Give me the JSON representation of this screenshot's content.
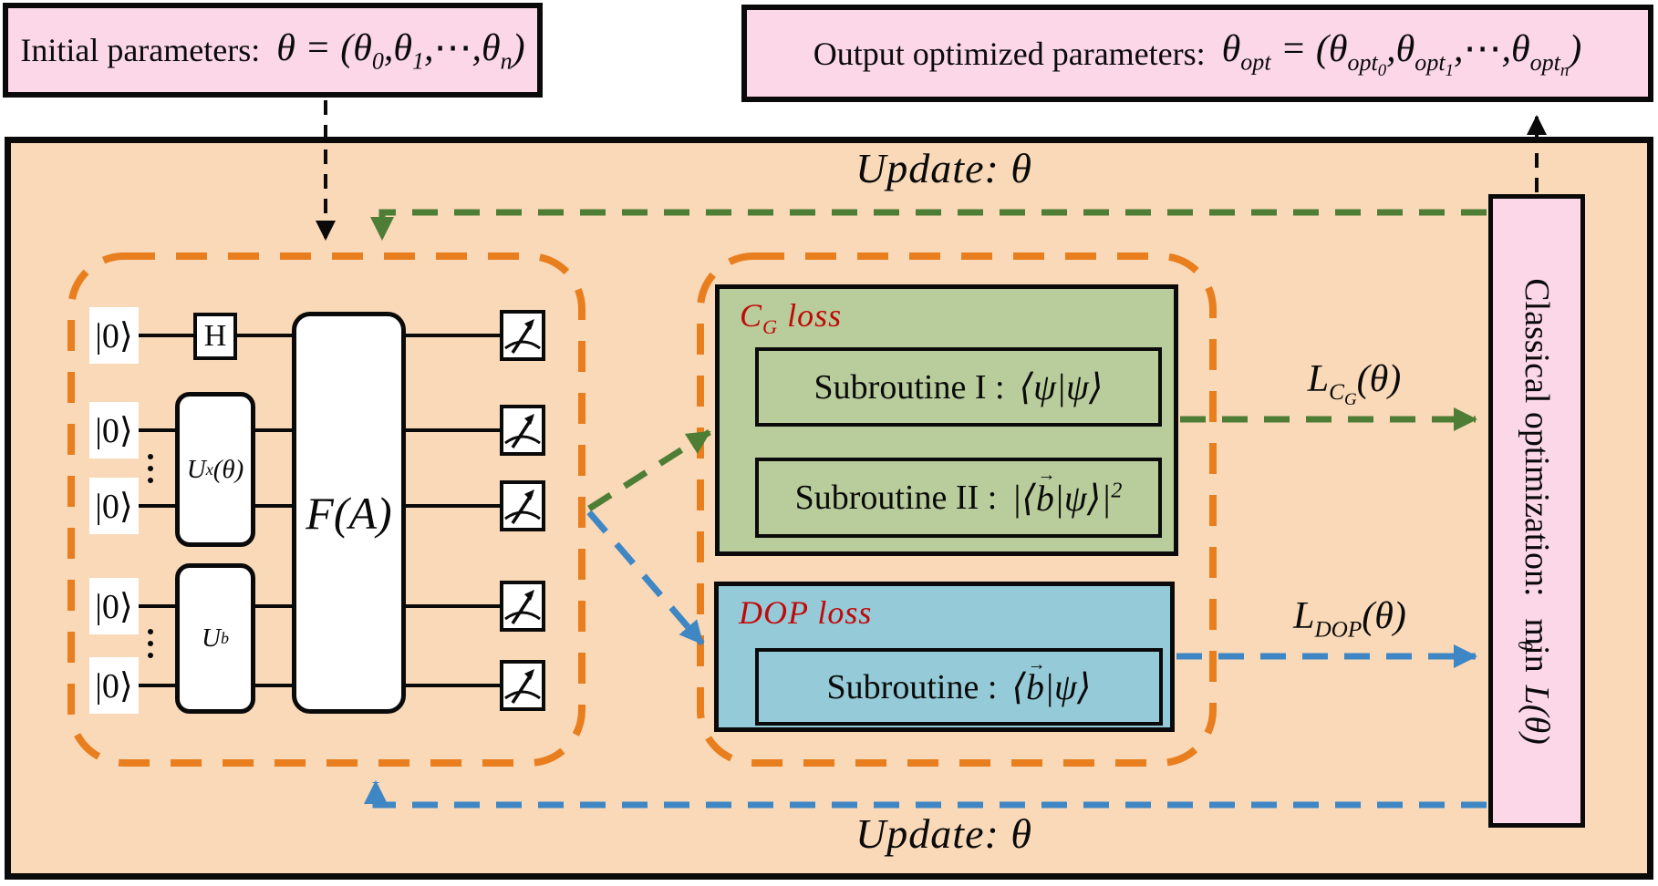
{
  "top_left_box": {
    "label": "Initial parameters:",
    "formula_html": "θ = (θ<sub>0</sub>,θ<sub>1</sub>,⋯,θ<sub>n</sub>)"
  },
  "top_right_box": {
    "label": "Output optimized parameters:",
    "formula_html": "θ<sub>opt</sub> = (θ<sub>opt<sub>0</sub></sub>,θ<sub>opt<sub>1</sub></sub>,⋯,θ<sub>opt<sub>n</sub></sub>)"
  },
  "update_top": "Update: θ",
  "update_bottom": "Update: θ",
  "circuit": {
    "kets": [
      "|0⟩",
      "|0⟩",
      "|0⟩",
      "|0⟩",
      "|0⟩"
    ],
    "h_gate": "H",
    "ux_gate_html": "U<sub>x</sub>(θ)",
    "ub_gate_html": "U<sub>b</sub>",
    "fa_gate": "F(A)",
    "meter_icon": "gauge-measurement-icon"
  },
  "green_panel": {
    "title_html": "C<sub>G</sub> loss",
    "sub1_label": "Subroutine I :",
    "sub1_formula_html": "⟨ψ|ψ⟩",
    "sub2_label": "Subroutine II :",
    "sub2_formula_html": "|⟨<span class='vecb'><span class='vecarrow'>→</span>b</span>|ψ⟩|<sup>2</sup>"
  },
  "blue_panel": {
    "title": "DOP loss",
    "sub_label": "Subroutine :",
    "sub_formula_html": "⟨<span class='vecb'><span class='vecarrow'>→</span>b</span>|ψ⟩"
  },
  "loss_labels": {
    "lcg_html": "L<sub>C<sub>G</sub></sub>(θ)",
    "ldop_html": "L<sub>DOP</sub>(θ)"
  },
  "classical": {
    "label": "Classical optimization:",
    "min_op": "min",
    "min_sub": "θ",
    "objective": "L(θ)"
  },
  "colors": {
    "peach_bg": "#F9D9B8",
    "pink_box": "#FBD7E7",
    "green_fill": "#B9CD9C",
    "blue_fill": "#95CBD8",
    "orange_dash": "#E87E1E",
    "green_dash": "#4E7D36",
    "blue_dash": "#3E86C4",
    "red_label": "#C00A0A",
    "black": "#0A0A0A"
  }
}
